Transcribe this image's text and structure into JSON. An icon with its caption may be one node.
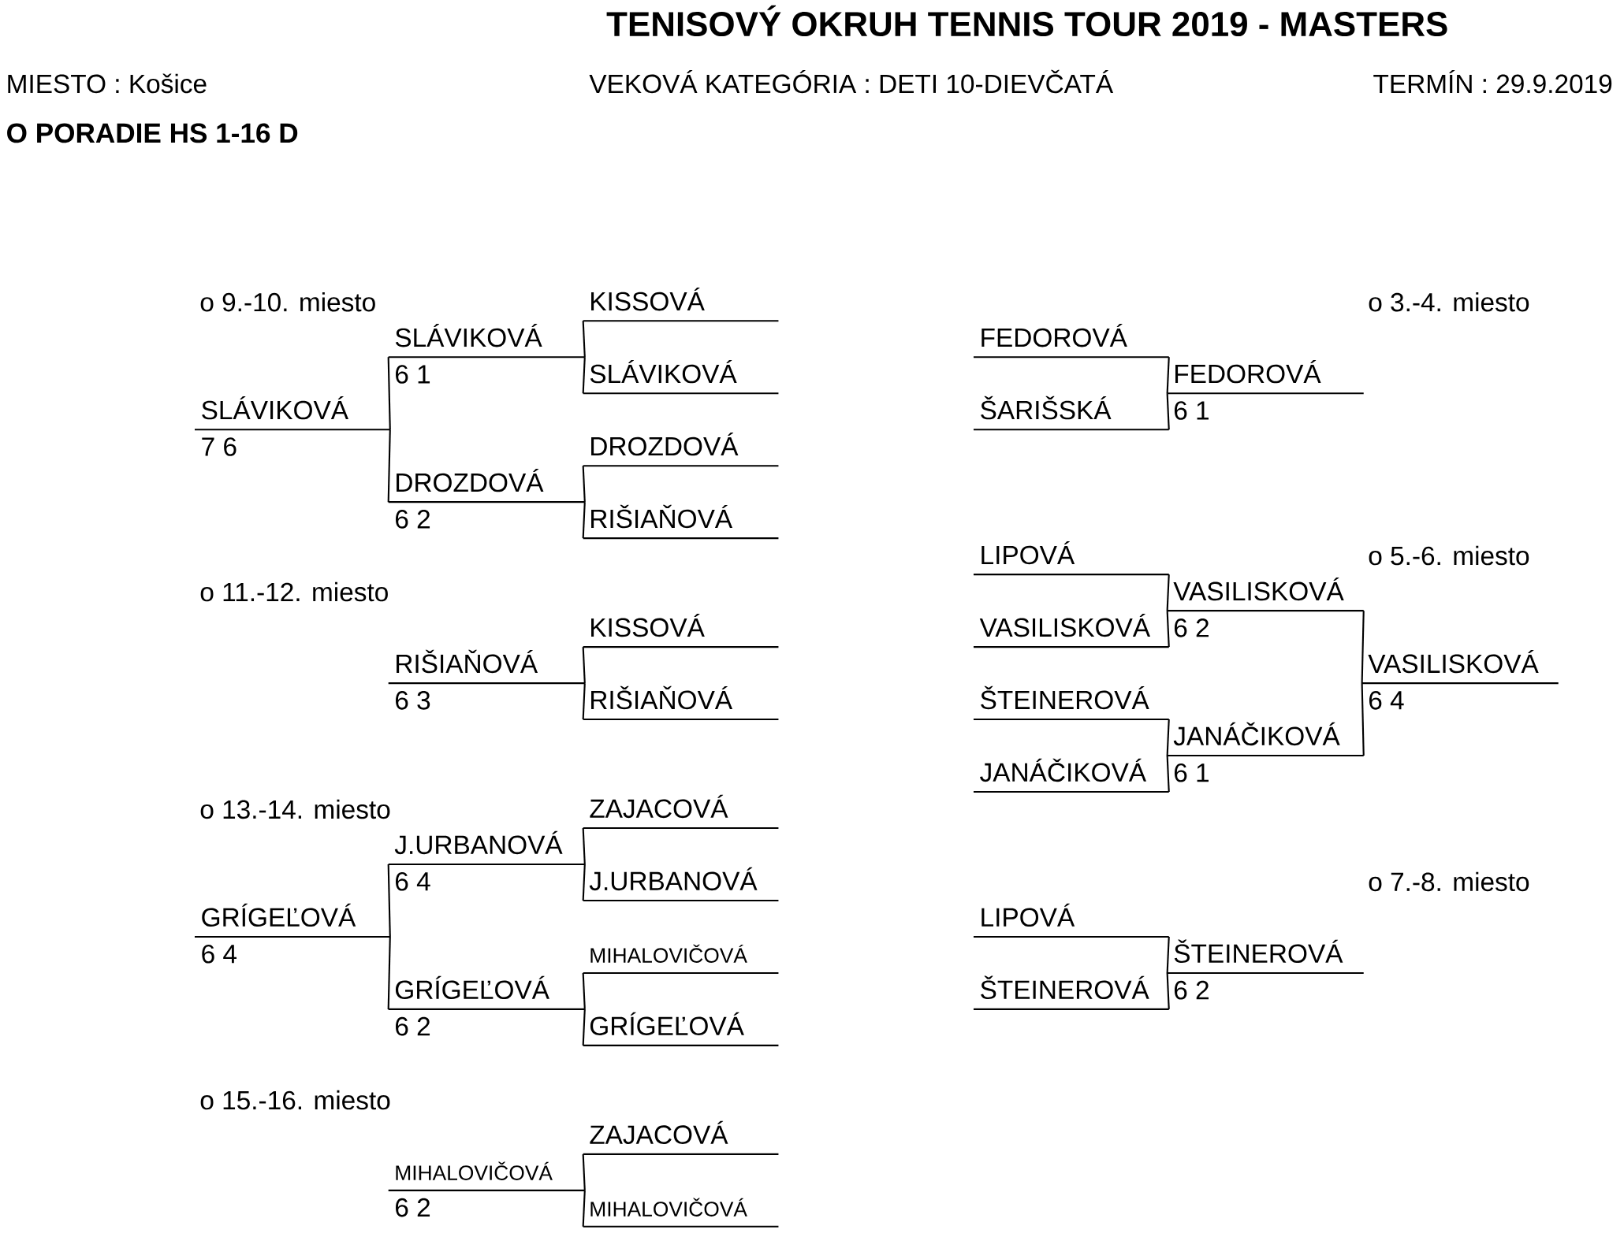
{
  "diagram": {
    "title": "TENISOVÝ OKRUH TENNIS TOUR 2019 - MASTERS",
    "nodes": [
      {
        "text": [
          "KISSOVÁ"
        ]
      },
      {
        "text": [
          "SLÁVIKOVÁ"
        ],
        "beside": [
          "6 1"
        ]
      },
      {
        "text": [
          "SLÁVIKOVÁ"
        ]
      },
      {
        "text": [
          "SLÁVIKOVÁ"
        ],
        "beside": [
          "7 6"
        ]
      },
      {
        "text": [
          "DROZDOVÁ"
        ]
      },
      {
        "text": [
          "DROZDOVÁ"
        ],
        "beside": [
          "6 2"
        ]
      },
      {
        "text": [
          "RIŠIAŇOVÁ"
        ]
      },
      {
        "text": [
          "KISSOVÁ"
        ]
      },
      {
        "text": [
          "RIŠIAŇOVÁ"
        ],
        "beside": [
          "6 3"
        ]
      },
      {
        "text": [
          "RIŠIAŇOVÁ"
        ]
      },
      {
        "text": [
          "ZAJACOVÁ"
        ]
      },
      {
        "text": [
          "J.URBANOVÁ"
        ],
        "beside": [
          "6 4"
        ]
      },
      {
        "text": [
          "J.URBANOVÁ"
        ]
      },
      {
        "text": [
          "GRÍGEĽOVÁ"
        ],
        "beside": [
          "6 4"
        ]
      },
      {
        "text": [
          "MIHALOVIČOVÁ"
        ]
      },
      {
        "text": [
          "GRÍGEĽOVÁ"
        ],
        "beside": [
          "6 2"
        ]
      },
      {
        "text": [
          "GRÍGEĽOVÁ"
        ]
      },
      {
        "text": [
          "ZAJACOVÁ"
        ]
      },
      {
        "text": [
          "MIHALOVIČOVÁ"
        ],
        "beside": [
          "6 2"
        ]
      },
      {
        "text": [
          "MIHALOVIČOVÁ"
        ]
      },
      {
        "text": [
          "FEDOROVÁ"
        ]
      },
      {
        "text": [
          "FEDOROVÁ"
        ],
        "beside": [
          "6 1"
        ]
      },
      {
        "text": [
          "ŠARIŠSKÁ"
        ]
      },
      {
        "text": [
          "LIPOVÁ"
        ]
      },
      {
        "text": [
          "VASILISKOVÁ"
        ],
        "beside": [
          "6 2"
        ]
      },
      {
        "text": [
          "VASILISKOVÁ"
        ]
      },
      {
        "text": [
          "VASILISKOVÁ"
        ],
        "beside": [
          "6 4"
        ]
      },
      {
        "text": [
          "ŠTEINEROVÁ"
        ]
      },
      {
        "text": [
          "JANÁČIKOVÁ"
        ],
        "beside": [
          "6 1"
        ]
      },
      {
        "text": [
          "JANÁČIKOVÁ"
        ]
      },
      {
        "text": [
          "LIPOVÁ"
        ]
      },
      {
        "text": [
          "ŠTEINEROVÁ"
        ],
        "beside": [
          "6 2"
        ]
      },
      {
        "text": [
          "ŠTEINEROVÁ"
        ]
      }
    ],
    "edges": [
      {
        "from": 0,
        "to": 1,
        "arrow": "none"
      },
      {
        "from": 2,
        "to": 1,
        "arrow": "none"
      },
      {
        "from": 4,
        "to": 5,
        "arrow": "none"
      },
      {
        "from": 6,
        "to": 5,
        "arrow": "none"
      },
      {
        "from": 1,
        "to": 3,
        "arrow": "none"
      },
      {
        "from": 5,
        "to": 3,
        "arrow": "none"
      },
      {
        "from": 7,
        "to": 8,
        "arrow": "none"
      },
      {
        "from": 9,
        "to": 8,
        "arrow": "none"
      },
      {
        "from": 10,
        "to": 11,
        "arrow": "none"
      },
      {
        "from": 12,
        "to": 11,
        "arrow": "none"
      },
      {
        "from": 14,
        "to": 15,
        "arrow": "none"
      },
      {
        "from": 16,
        "to": 15,
        "arrow": "none"
      },
      {
        "from": 11,
        "to": 13,
        "arrow": "none"
      },
      {
        "from": 15,
        "to": 13,
        "arrow": "none"
      },
      {
        "from": 17,
        "to": 18,
        "arrow": "none"
      },
      {
        "from": 19,
        "to": 18,
        "arrow": "none"
      },
      {
        "from": 20,
        "to": 21,
        "arrow": "none"
      },
      {
        "from": 22,
        "to": 21,
        "arrow": "none"
      },
      {
        "from": 23,
        "to": 24,
        "arrow": "none"
      },
      {
        "from": 25,
        "to": 24,
        "arrow": "none"
      },
      {
        "from": 27,
        "to": 28,
        "arrow": "none"
      },
      {
        "from": 29,
        "to": 28,
        "arrow": "none"
      },
      {
        "from": 24,
        "to": 26,
        "arrow": "none"
      },
      {
        "from": 28,
        "to": 26,
        "arrow": "none"
      },
      {
        "from": 30,
        "to": 31,
        "arrow": "none"
      },
      {
        "from": 32,
        "to": 31,
        "arrow": "none"
      }
    ],
    "labels": [
      "MIESTO : Košice",
      "VEKOVÁ KATEGÓRIA : DETI 10-DIEVČATÁ",
      "TERMÍN : 29.9.2019",
      "O PORADIE HS 1-16 D",
      "o 9.-10. miesto",
      "o 3.-4. miesto",
      "o 5.-6. miesto",
      "o 11.-12. miesto",
      "o 13.-14. miesto",
      "o 7.-8. miesto",
      "o 15.-16. miesto"
    ]
  }
}
